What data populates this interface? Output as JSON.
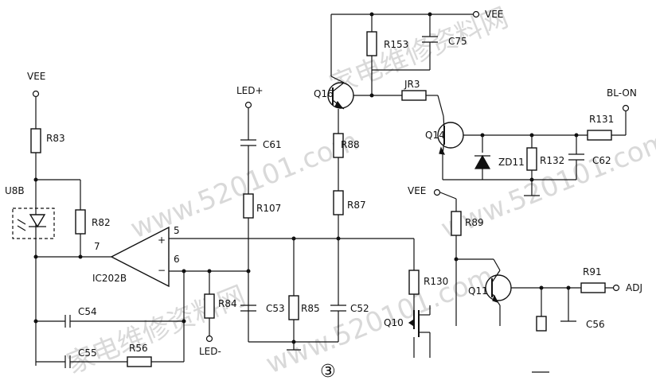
{
  "labels": {
    "vee_top": "VEE",
    "vee_left": "VEE",
    "vee_right": "VEE",
    "led_plus": "LED+",
    "led_minus": "LED-",
    "bl_on": "BL-ON",
    "adj": "ADJ",
    "u8b": "U8B",
    "ic202b": "IC202B",
    "pin5": "5",
    "pin6": "6",
    "pin7": "7",
    "plus_sign": "+",
    "minus_sign": "−",
    "figure_number": "③"
  },
  "components": {
    "R83": "R83",
    "R82": "R82",
    "R84": "R84",
    "R85": "R85",
    "R56": "R56",
    "R107": "R107",
    "R88": "R88",
    "R87": "R87",
    "R130": "R130",
    "R153": "R153",
    "R131": "R131",
    "R132": "R132",
    "R89": "R89",
    "R91": "R91",
    "C61": "C61",
    "C53": "C53",
    "C52": "C52",
    "C54": "C54",
    "C55": "C55",
    "C75": "C75",
    "C62": "C62",
    "C56": "C56",
    "Q16": "Q16",
    "Q14": "Q14",
    "Q11": "Q11",
    "Q10": "Q10",
    "JR3": "JR3",
    "ZD11": "ZD11"
  },
  "watermark": {
    "text_a": "家电维修资料网",
    "text_b": "www.520101.com"
  }
}
